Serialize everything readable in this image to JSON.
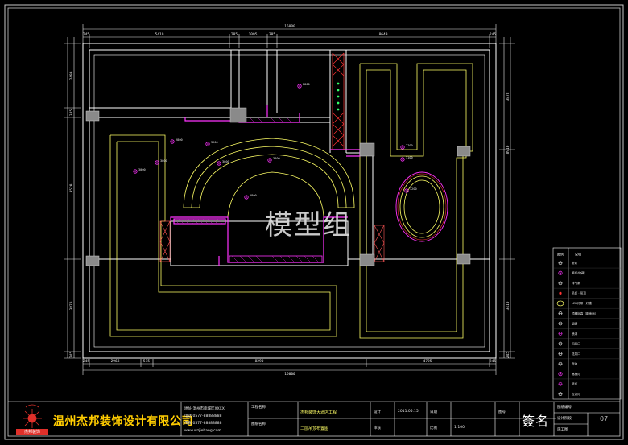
{
  "watermark": "模型组",
  "dimensions": {
    "top_total": "16000",
    "top_segments": [
      "245",
      "5419",
      "285",
      "1095",
      "385",
      "8649",
      "245"
    ],
    "bottom_total": "16000",
    "bottom_segments": [
      "245",
      "2968",
      "515",
      "8290",
      "4725",
      "245"
    ],
    "left_segments": [
      "2490",
      "385",
      "3520",
      "3870",
      "245"
    ],
    "right_segments": [
      "3878",
      "8910",
      "3410",
      "245"
    ]
  },
  "fixture_labels": [
    "2800",
    "2800",
    "3200",
    "3000",
    "3000",
    "3400",
    "3000",
    "2800",
    "2700",
    "3100",
    "3200"
  ],
  "legend": {
    "header": [
      "图例",
      "说明"
    ],
    "items": [
      {
        "icon": "ceiling-spot-icon",
        "label": "射灯"
      },
      {
        "icon": "downlight-icon",
        "label": "筒灯/暗藏"
      },
      {
        "icon": "exhaust-fan-icon",
        "label": "排气扇"
      },
      {
        "icon": "pendant-lamp-icon",
        "label": "吊灯 · 吊顶"
      },
      {
        "icon": "led-strip-icon",
        "label": "LED灯带 · 灯槽"
      },
      {
        "icon": "elevation-mark-icon",
        "label": "顶棚标高（距地面）"
      },
      {
        "icon": "smoke-detector-icon",
        "label": "烟感"
      },
      {
        "icon": "sprinkler-icon",
        "label": "喷淋"
      },
      {
        "icon": "return-air-icon",
        "label": "回风口"
      },
      {
        "icon": "supply-air-icon",
        "label": "送风口"
      },
      {
        "icon": "speaker-icon",
        "label": "音响"
      },
      {
        "icon": "grille-light-icon",
        "label": "格栅灯"
      },
      {
        "icon": "wall-lamp-icon",
        "label": "壁灯"
      },
      {
        "icon": "emergency-light-icon",
        "label": "应急灯"
      }
    ]
  },
  "title_block": {
    "company_name": "温州杰邦装饰设计有限公司",
    "logo_text": "杰邦装饰",
    "company_info": [
      "地址:温州市鹿城区XXXX",
      "电话:0577-88888888",
      "传真:0577-88888888",
      "www.wzjiebang.com"
    ],
    "project_label": "工程名称",
    "project_name": "杰邦装饰大酒店工程",
    "drawing_label": "图纸名称",
    "drawing_name": "二层吊顶布置图",
    "design_label": "设计",
    "check_label": "审核",
    "date_label": "日期",
    "date_value": "2011.05.15",
    "scale_label": "比例",
    "scale_value": "1:100",
    "drawing_no_label": "图号",
    "drawing_no_value": "07",
    "stamp": "簽名",
    "sheet_right": [
      "图纸编号",
      "设计阶段",
      "施工图"
    ]
  }
}
